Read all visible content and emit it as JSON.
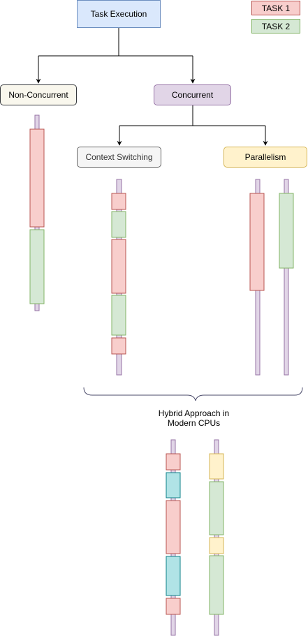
{
  "nodes": {
    "root": "Task Execution",
    "non_concurrent": "Non-Concurrent",
    "concurrent": "Concurrent",
    "context_switching": "Context Switching",
    "parallelism": "Parallelism",
    "hybrid": "Hybrid Approach in Modern CPUs"
  },
  "legend": [
    {
      "label": "TASK 1",
      "fill": "#f8cecc",
      "stroke": "#b85450"
    },
    {
      "label": "TASK 2",
      "fill": "#d5e8d4",
      "stroke": "#82b366"
    }
  ],
  "colors": {
    "task1_fill": "#f8cecc",
    "task1_stroke": "#b85450",
    "task2_fill": "#d5e8d4",
    "task2_stroke": "#82b366",
    "task3_fill": "#b0e3e6",
    "task3_stroke": "#0e8088",
    "task4_fill": "#fff2cc",
    "task4_stroke": "#d6b656",
    "thread_fill": "#e1d5e7",
    "thread_stroke": "#9673a6",
    "root_fill": "#dae8fc",
    "root_stroke": "#6c8ebf",
    "concurrent_fill": "#e1d5e7",
    "concurrent_stroke": "#9673a6",
    "context_fill": "#f5f5f5",
    "context_stroke": "#666666",
    "noncon_fill": "#f9f7ed",
    "noncon_stroke": "#36393d",
    "parallel_fill": "#fff2cc",
    "parallel_stroke": "#d6b656"
  }
}
